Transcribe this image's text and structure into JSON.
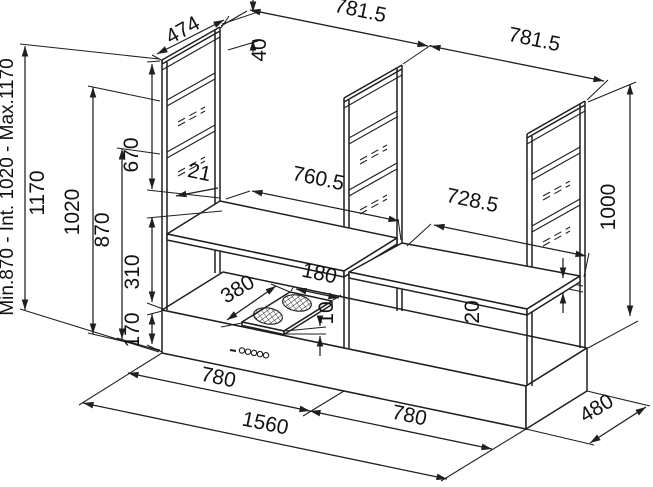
{
  "drawing": {
    "title": "kitchen-island-frame-installation-diagram",
    "line_color": "#1f1f1f",
    "background_color": "#ffffff",
    "height_adjustment_range": "Min.870 - Int. 1020 - Max.1170"
  },
  "dims": {
    "panel_depth": "474",
    "top_rail_height": "40",
    "bay_pitch_left": "781.5",
    "bay_pitch_right": "781.5",
    "panel_height": "1000",
    "max_height": "1170",
    "intermediate_height": "1020",
    "worktop_height": "870",
    "panel_above_worktop": "670",
    "under_worktop_zone": "310",
    "plinth_height": "170",
    "panel_thickness": "21",
    "clear_span_left": "760.5",
    "clear_span_right": "728.5",
    "hob_depth": "380",
    "hob_width": "180",
    "hob_thickness": "10",
    "rail_gap": "20",
    "module_width_left": "780",
    "module_width_right": "780",
    "total_width": "1560",
    "total_depth": "480"
  }
}
